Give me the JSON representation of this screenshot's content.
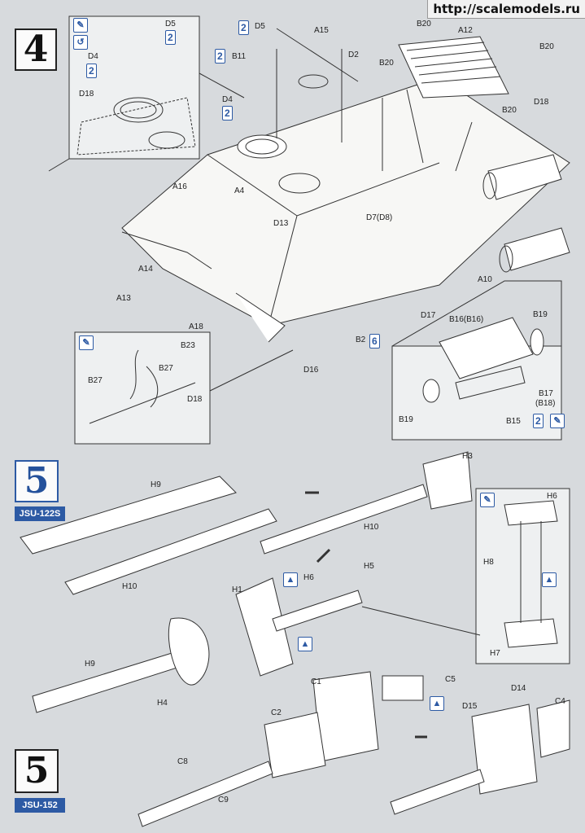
{
  "watermark": "http://scalemodels.ru",
  "step4": {
    "number": "4",
    "labels": {
      "D5": "D5",
      "D4": "D4",
      "D18": "D18",
      "B11": "B11",
      "A15": "A15",
      "D2": "D2",
      "B20": "B20",
      "A12": "A12",
      "A16": "A16",
      "A4": "A4",
      "D13": "D13",
      "D7D8": "D7(D8)",
      "A14": "A14",
      "A13": "A13",
      "A18": "A18",
      "A10": "A10",
      "D17": "D17",
      "B2": "B2",
      "D16": "D16",
      "B23": "B23",
      "B27": "B27",
      "B16B16": "B16(B16)",
      "B19": "B19",
      "B17": "B17",
      "B18p": "(B18)",
      "B15": "B15"
    },
    "x2": "2",
    "x6": "6"
  },
  "step5a": {
    "number": "5",
    "variant": "JSU-122S",
    "labels": {
      "H9": "H9",
      "H10": "H10",
      "H3": "H3",
      "H6": "H6",
      "H5": "H5",
      "H1": "H1",
      "H4": "H4",
      "H8": "H8",
      "H7": "H7"
    }
  },
  "step5b": {
    "number": "5",
    "variant": "JSU-152",
    "labels": {
      "C1": "C1",
      "C5": "C5",
      "C2": "C2",
      "C8": "C8",
      "C9": "C9",
      "D14": "D14",
      "D15": "D15",
      "C4": "C4"
    }
  }
}
